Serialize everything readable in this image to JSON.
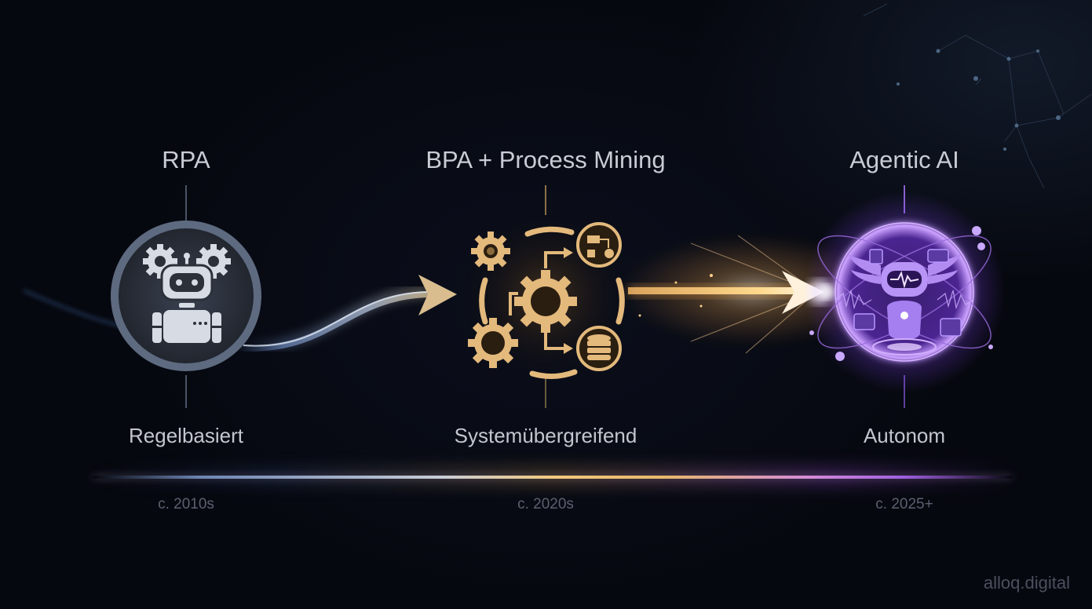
{
  "stages": [
    {
      "title": "RPA",
      "subtitle": "Regelbasiert",
      "era": "c. 2010s",
      "icon": "robot-with-gears-icon",
      "color": "#c9d2e0"
    },
    {
      "title": "BPA + Process Mining",
      "subtitle": "Systemübergreifend",
      "era": "c. 2020s",
      "icon": "gears-process-database-icon",
      "color": "#e6b877"
    },
    {
      "title": "Agentic AI",
      "subtitle": "Autonom",
      "era": "c. 2025+",
      "icon": "winged-ai-robot-orb-icon",
      "color": "#b57cff"
    }
  ],
  "connectors": [
    {
      "from": "RPA",
      "to": "BPA + Process Mining",
      "style": "curved-silver-arrow"
    },
    {
      "from": "BPA + Process Mining",
      "to": "Agentic AI",
      "style": "glowing-gold-beam-arrow"
    }
  ],
  "timeline": {
    "gradient": [
      "#6f87b4",
      "#f2c97f",
      "#a060e0"
    ]
  },
  "watermark": "alloq.digital"
}
